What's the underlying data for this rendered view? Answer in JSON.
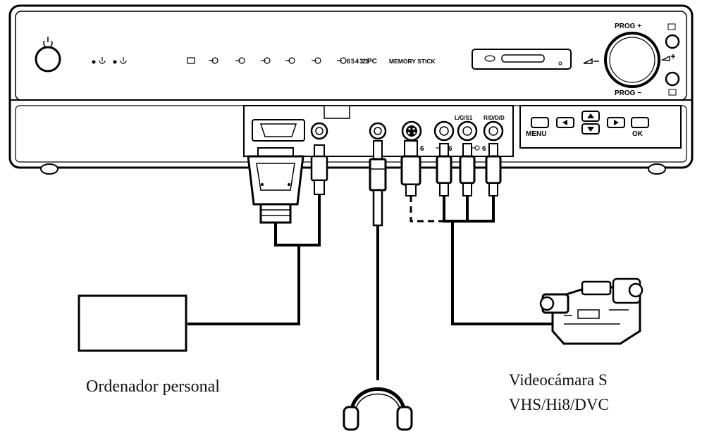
{
  "device": {
    "source_indicators": [
      "1",
      "2",
      "3",
      "4",
      "5",
      "6"
    ],
    "pc_label": "PC",
    "memory_stick_label": "MEMORY STICK",
    "prog_plus_label": "PROG +",
    "prog_minus_label": "PROG −",
    "menu_label": "MENU",
    "ok_label": "OK",
    "lr_label": "L/G/S1",
    "rd_label": "R/D/D/D",
    "jack_label_s": "6",
    "jack_label_video": "6",
    "jack_label_audio": "6"
  },
  "captions": {
    "pc": "Ordenador personal",
    "camcorder_line1": "Videocámara S",
    "camcorder_line2": "VHS/Hi8/DVC"
  },
  "icons": [
    "power-icon",
    "standby-icon",
    "input-icon",
    "headphones-icon",
    "camcorder-icon",
    "monitor-icon"
  ]
}
